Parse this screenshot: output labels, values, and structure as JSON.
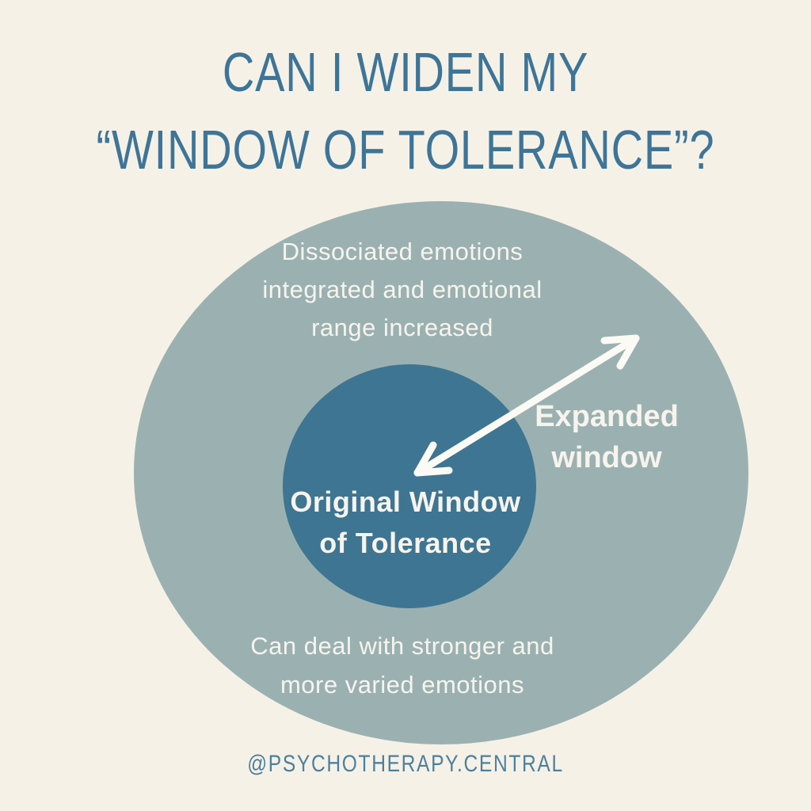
{
  "title": {
    "line1": "CAN I WIDEN MY",
    "line2": "“WINDOW OF TOLERANCE”?"
  },
  "diagram": {
    "outer_circle": {
      "top_text": "Dissociated emotions\nintegrated and emotional\nrange increased",
      "bottom_text": "Can deal with stronger and\nmore varied emotions"
    },
    "inner_circle": {
      "label": "Original Window\nof Tolerance"
    },
    "arrow_label": "Expanded\nwindow"
  },
  "footer": {
    "handle": "@PSYCHOTHERAPY.CENTRAL"
  },
  "colors": {
    "background": "#f6f1e7",
    "outer_circle": "#9bb1b1",
    "inner_circle": "#3e7592",
    "title_text": "#3d7598",
    "footer_text": "#4c809e",
    "circle_text": "#f7f4ed",
    "arrow": "#fcfaf5"
  }
}
